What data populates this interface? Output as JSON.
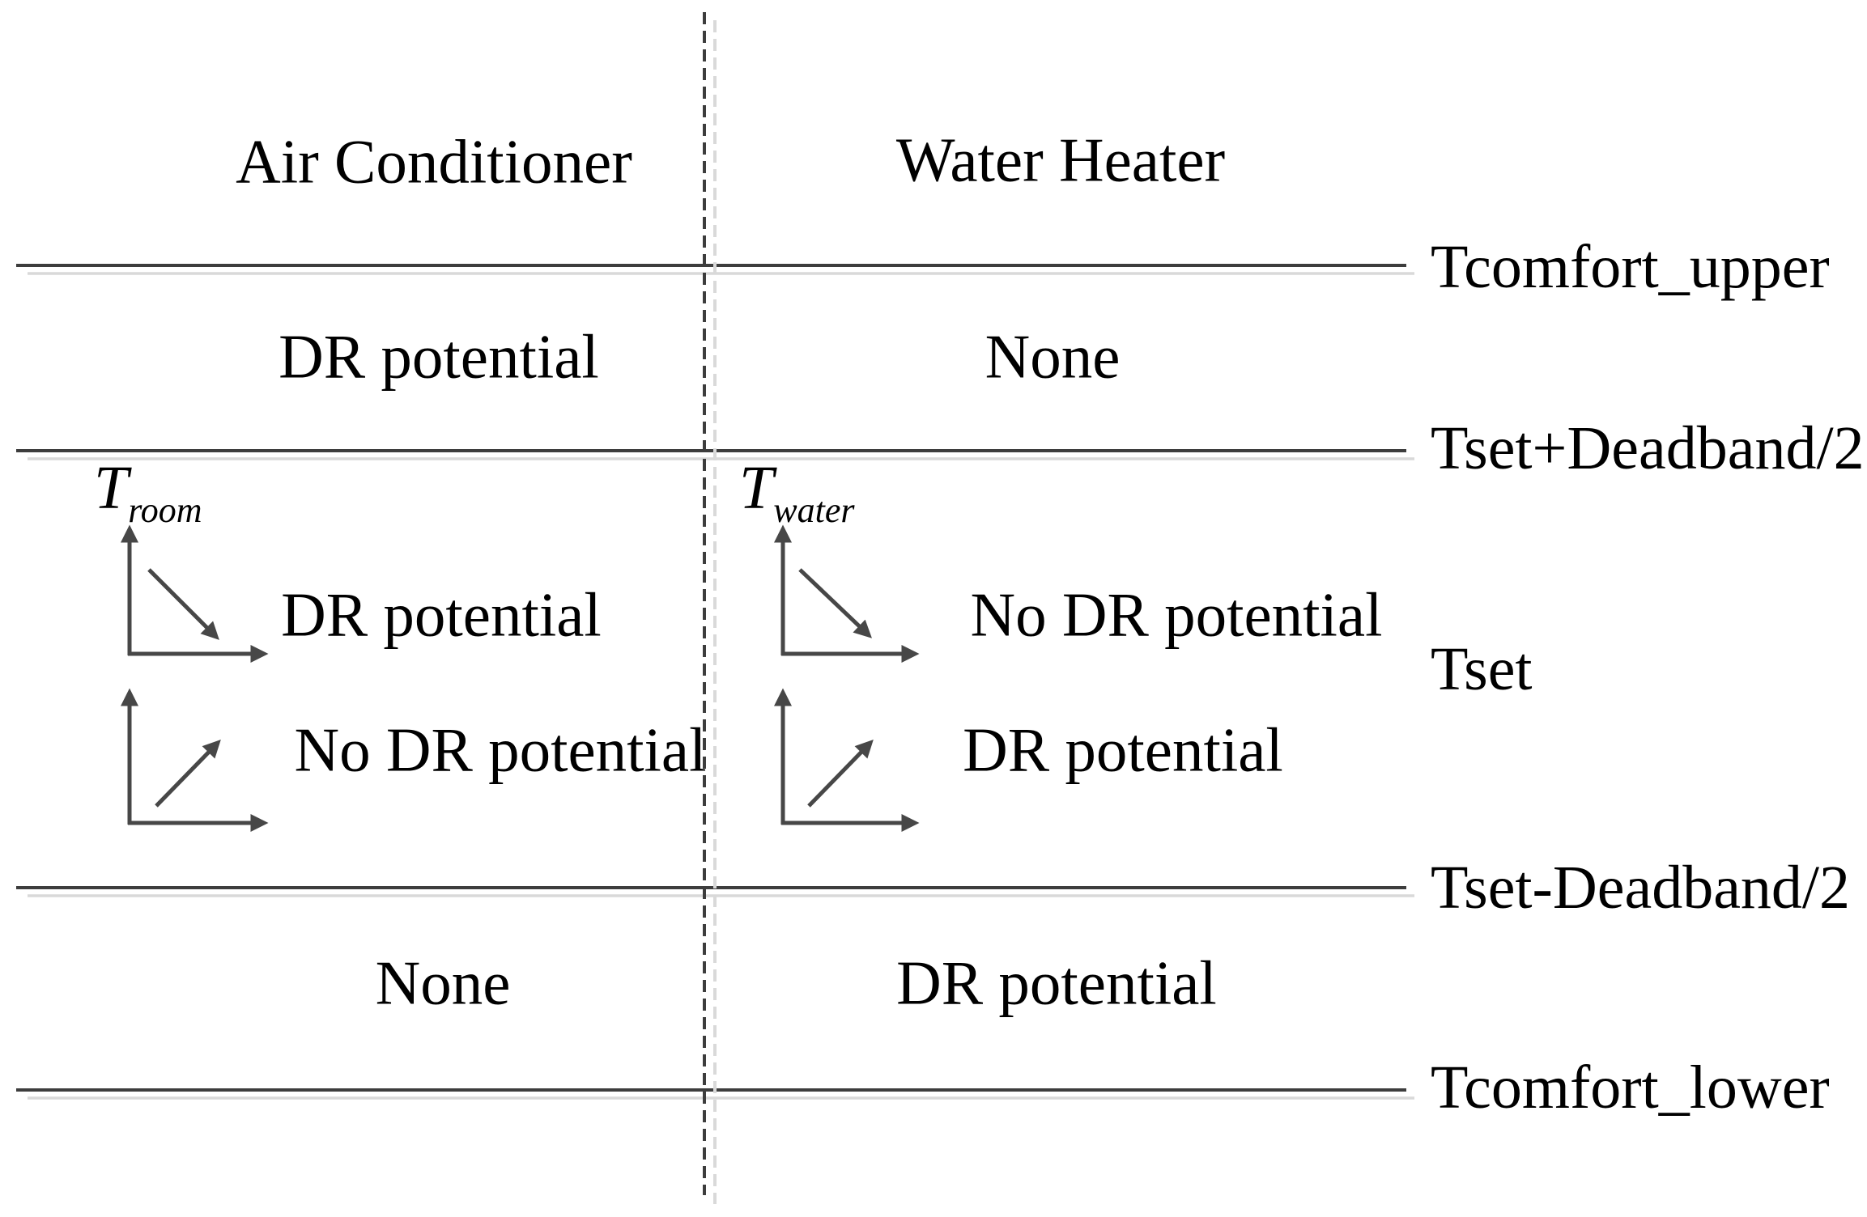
{
  "figure": {
    "columns": [
      {
        "title": "Air Conditioner"
      },
      {
        "title": "Water Heater"
      }
    ],
    "temperature_levels": [
      {
        "label": "Tcomfort_upper"
      },
      {
        "label": "Tset+Deadband/2"
      },
      {
        "label": "Tset"
      },
      {
        "label": "Tset-Deadband/2"
      },
      {
        "label": "Tcomfort_lower"
      }
    ],
    "cells": {
      "ac_above_deadband": "DR potential",
      "wh_above_deadband": "None",
      "ac_temp_decreasing": "DR potential",
      "wh_temp_decreasing": "No DR potential",
      "ac_temp_increasing": "No DR potential",
      "wh_temp_increasing": "DR potential",
      "ac_below_deadband": "None",
      "wh_below_deadband": "DR potential"
    },
    "axis_variables": {
      "ac_symbol": "T",
      "ac_subscript": "room",
      "wh_symbol": "T",
      "wh_subscript": "water"
    },
    "colors": {
      "background": "#ffffff",
      "text": "#000000",
      "line": "#3d3d3d",
      "line_shadow": "#d9d9d9",
      "arrow": "#474747"
    }
  }
}
